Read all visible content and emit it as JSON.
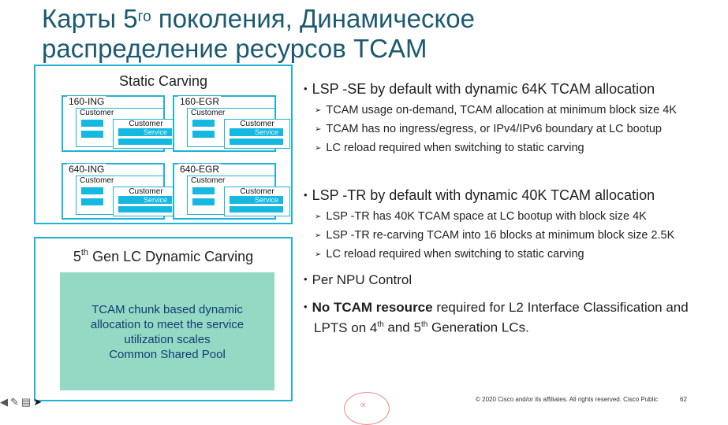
{
  "title": {
    "line1_pre": "Карты 5",
    "line1_sup": "го",
    "line1_post": " поколения, Динамическое",
    "line2": "распределение ресурсов TCAM"
  },
  "static_carving": {
    "title": "Static Carving",
    "cards": [
      {
        "label": "160-ING",
        "customer": "Customer",
        "inner_customer": "Customer",
        "service": "Service"
      },
      {
        "label": "160-EGR",
        "customer": "Customer",
        "inner_customer": "Customer",
        "service": "Service"
      },
      {
        "label": "640-ING",
        "customer": "Customer",
        "inner_customer": "Customer",
        "service": "Service"
      },
      {
        "label": "640-EGR",
        "customer": "Customer",
        "inner_customer": "Customer",
        "service": "Service"
      }
    ]
  },
  "dynamic_carving": {
    "title_pre": "5",
    "title_sup": "th",
    "title_post": " Gen LC Dynamic Carving",
    "panel_lines": [
      "TCAM chunk based dynamic",
      "allocation to meet the service",
      "utilization scales",
      "Common Shared Pool"
    ]
  },
  "bullets": {
    "lsp_se": {
      "heading": "LSP -SE by default with dynamic 64K TCAM allocation",
      "items": [
        "TCAM usage on-demand, TCAM allocation at minimum block size 4K",
        "TCAM has no ingress/egress, or IPv4/IPv6 boundary at LC bootup",
        "LC reload required when switching to static carving"
      ]
    },
    "lsp_tr": {
      "heading": "LSP -TR by default with dynamic 40K TCAM allocation",
      "items": [
        "LSP -TR has 40K TCAM space at LC bootup with block size 4K",
        "LSP -TR re-carving TCAM into 16 blocks at minimum block size 2.5K",
        "LC reload required when switching to static carving"
      ]
    },
    "npu": "Per NPU Control",
    "l2": {
      "bold": "No TCAM resource",
      "text1": " required for L2 Interface Classification and",
      "text2": "LPTS on 4",
      "sup1": "th",
      "text3": " and 5",
      "sup2": "th",
      "text4": " Generation LCs."
    }
  },
  "footer": {
    "copyright": "© 2020  Cisco and/or its affiliates. All rights reserved.   Cisco Public",
    "page": "62"
  },
  "colors": {
    "title": "#1b5a70",
    "border": "#1fb3d8",
    "panel": "#93d9c4",
    "panel_text": "#153b73"
  }
}
